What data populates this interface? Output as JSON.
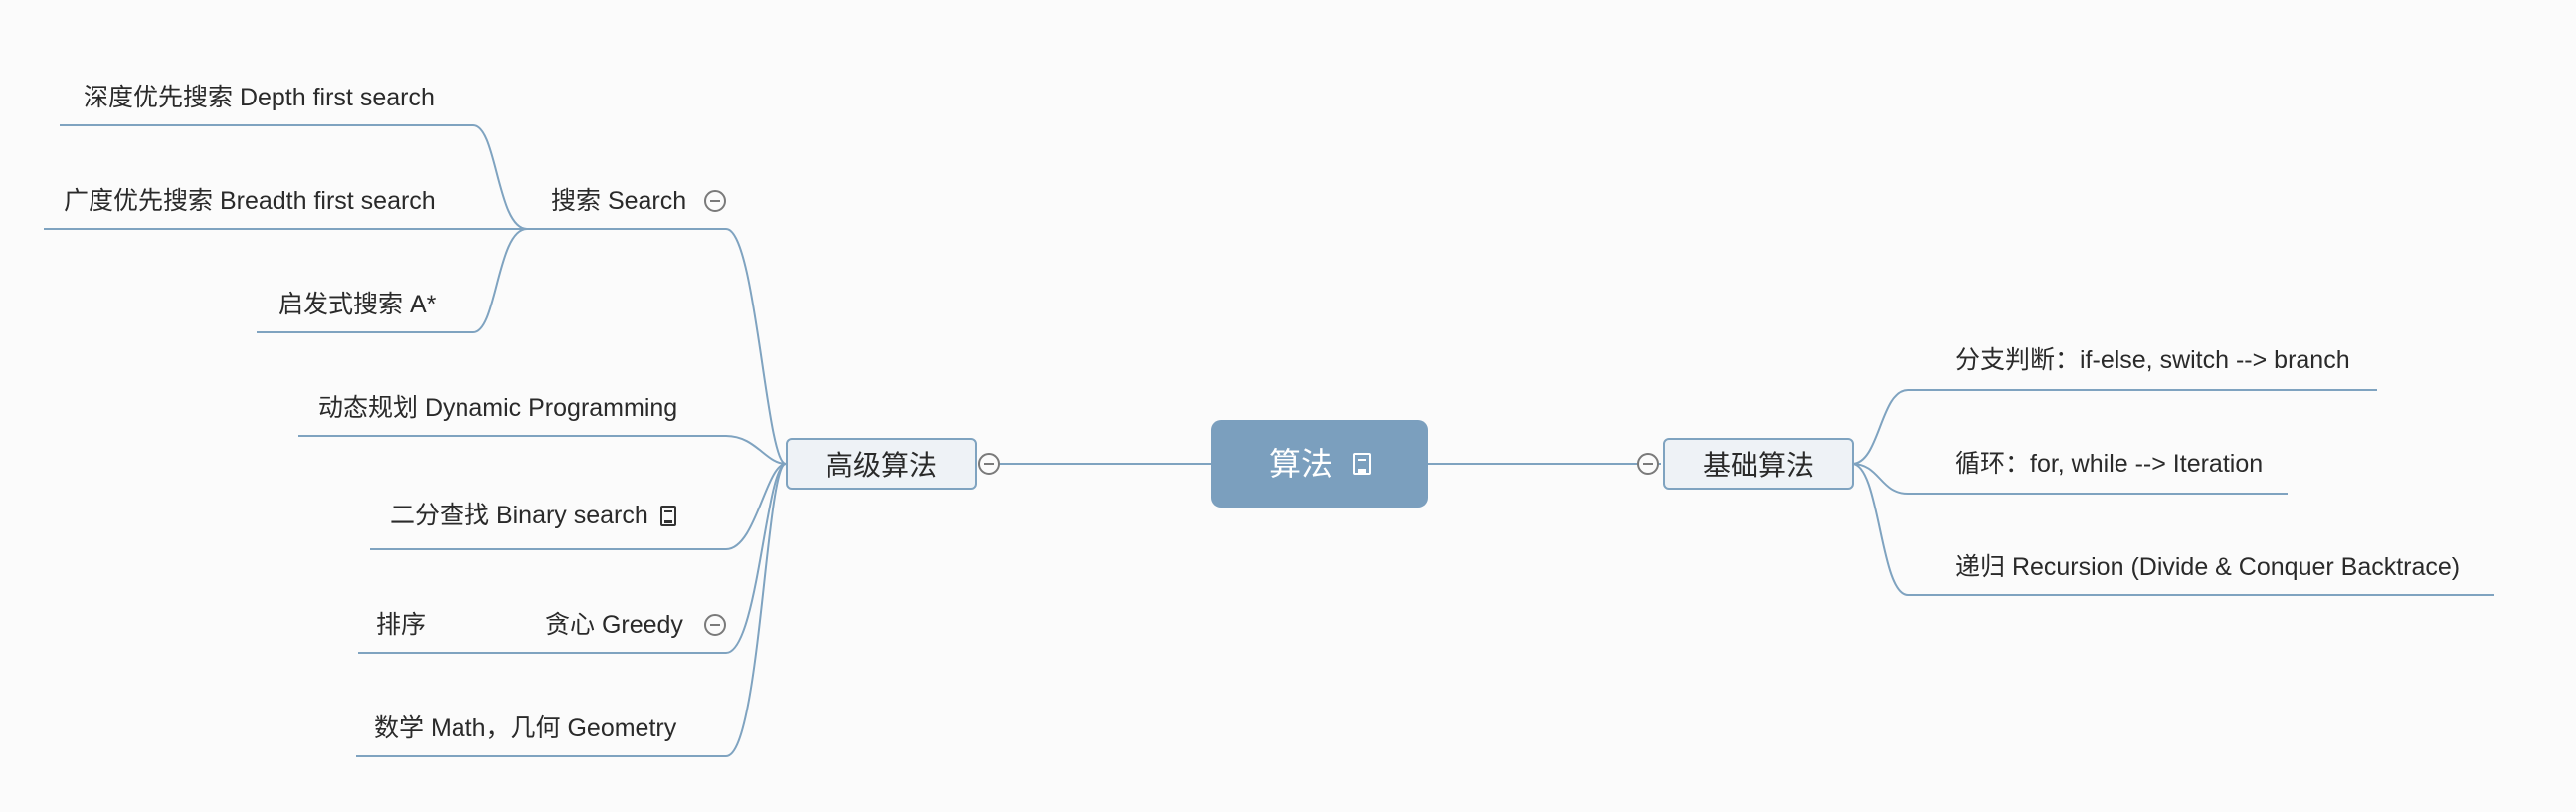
{
  "central": {
    "label": "算法",
    "has_note": true
  },
  "left_branch": {
    "label": "高级算法",
    "children": [
      {
        "label": "搜索 Search",
        "children": [
          {
            "label": "深度优先搜索 Depth first search"
          },
          {
            "label": "广度优先搜索 Breadth first search"
          },
          {
            "label": "启发式搜索 A*"
          }
        ]
      },
      {
        "label": "动态规划 Dynamic Programming"
      },
      {
        "label": "二分查找 Binary search",
        "has_note": true
      },
      {
        "label": "贪心 Greedy",
        "children": [
          {
            "label": "排序"
          }
        ]
      },
      {
        "label": "数学 Math，几何 Geometry"
      }
    ]
  },
  "right_branch": {
    "label": "基础算法",
    "children": [
      {
        "label": "分支判断：if-else, switch --> branch"
      },
      {
        "label": "循环：for, while --> Iteration"
      },
      {
        "label": "递归 Recursion (Divide & Conquer Backtrace)"
      }
    ]
  },
  "colors": {
    "central_fill": "#7b9fbe",
    "connector": "#7fa3c0",
    "main_topic_fill": "#eef2f6",
    "background": "#fbfbfb"
  }
}
